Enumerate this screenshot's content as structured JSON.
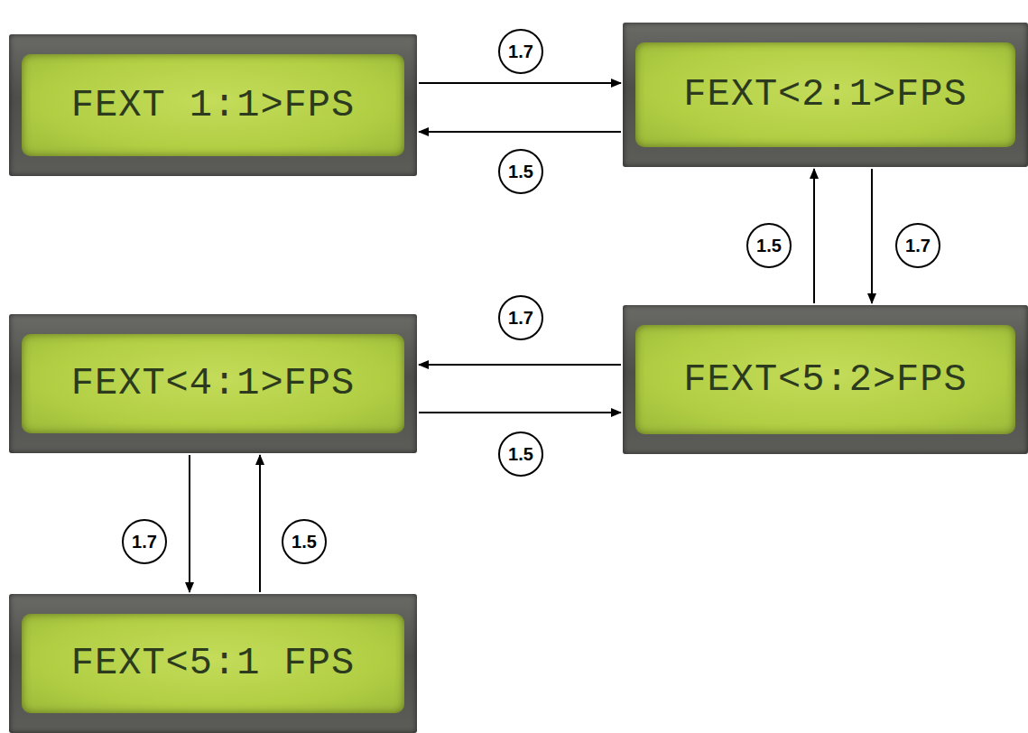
{
  "diagram": {
    "nodes": [
      {
        "text": [
          "FEXT 1:1>FPS"
        ]
      },
      {
        "text": [
          "FEXT<2:1>FPS"
        ]
      },
      {
        "text": [
          "FEXT<4:1>FPS"
        ]
      },
      {
        "text": [
          "FEXT<5:2>FPS"
        ]
      },
      {
        "text": [
          "FEXT<5:1 FPS"
        ]
      }
    ],
    "edges": [
      {
        "from": 0,
        "to": 1,
        "label": "1.7",
        "arrow": "to"
      },
      {
        "from": 1,
        "to": 0,
        "label": "1.5",
        "arrow": "to"
      },
      {
        "from": 3,
        "to": 1,
        "label": "1.5",
        "arrow": "to"
      },
      {
        "from": 1,
        "to": 3,
        "label": "1.7",
        "arrow": "to"
      },
      {
        "from": 3,
        "to": 2,
        "label": "1.7",
        "arrow": "to"
      },
      {
        "from": 2,
        "to": 3,
        "label": "1.5",
        "arrow": "to"
      },
      {
        "from": 2,
        "to": 4,
        "label": "1.7",
        "arrow": "to"
      },
      {
        "from": 4,
        "to": 2,
        "label": "1.5",
        "arrow": "to"
      }
    ]
  }
}
